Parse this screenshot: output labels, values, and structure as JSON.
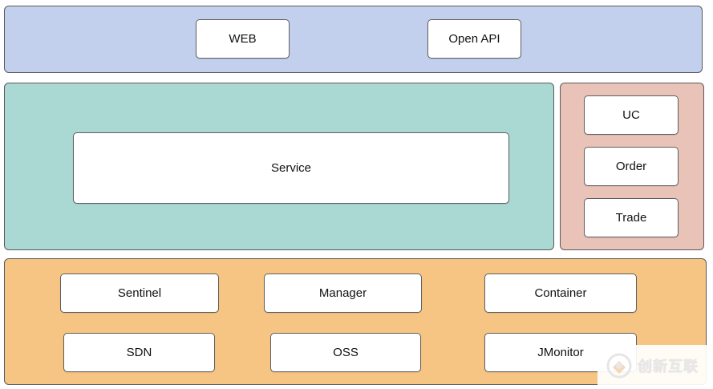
{
  "colors": {
    "top_layer": "#c2d0ee",
    "middle_layer": "#aad8d3",
    "side_layer": "#eac3b8",
    "bottom_layer": "#f6c583",
    "box_fill": "#ffffff",
    "border": "#5a5a5a"
  },
  "top": {
    "web": "WEB",
    "open_api": "Open API"
  },
  "middle": {
    "service": "Service"
  },
  "side": {
    "uc": "UC",
    "order": "Order",
    "trade": "Trade"
  },
  "bottom": {
    "sentinel": "Sentinel",
    "manager": "Manager",
    "container": "Container",
    "sdn": "SDN",
    "oss": "OSS",
    "jmonitor": "JMonitor"
  },
  "watermark": {
    "text": "创新互联"
  }
}
